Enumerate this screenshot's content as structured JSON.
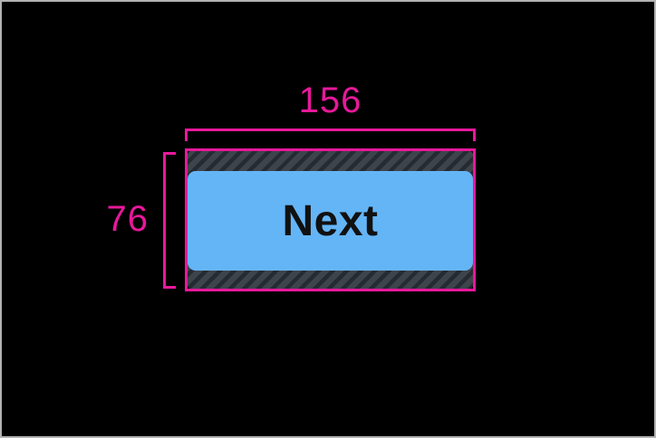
{
  "measurements": {
    "width": "156",
    "height": "76"
  },
  "button": {
    "label": "Next"
  },
  "colors": {
    "dimension_pink": "#e8189b",
    "button_blue": "#64b5f6",
    "button_text": "#111111",
    "hatch_base": "#3d444c",
    "hatch_stripe": "#262b31",
    "canvas_bg": "#000000",
    "frame_border": "#b3b3b3"
  }
}
